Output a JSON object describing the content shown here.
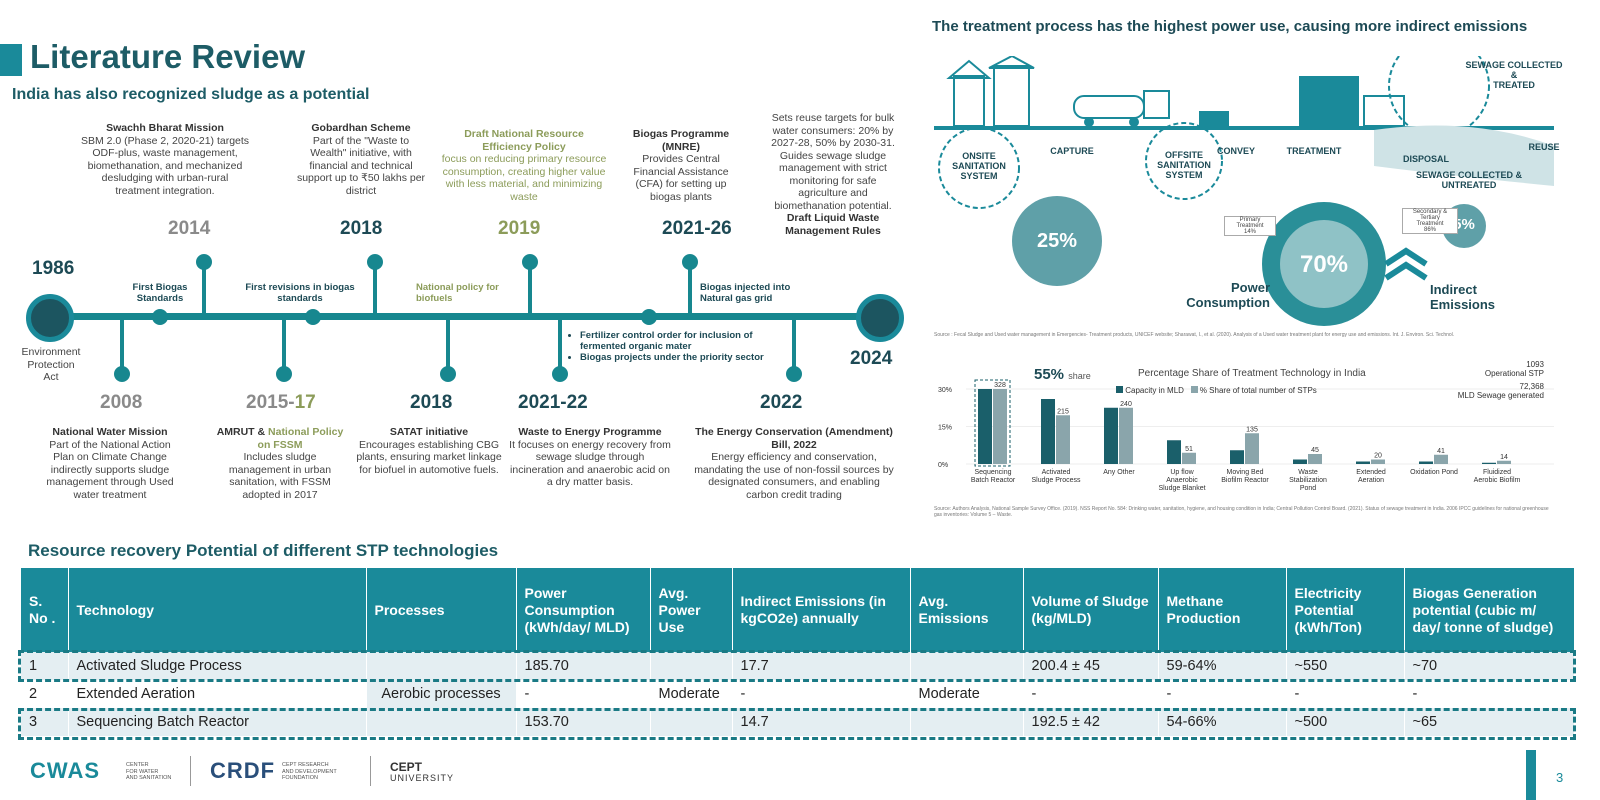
{
  "header": {
    "title": "Literature Review",
    "subtitle": "India has also recognized sludge as a potential"
  },
  "timeline": {
    "start_year": "1986",
    "start_label": "Environment\nProtection\nAct",
    "end_year": "2024",
    "items": [
      {
        "year": "2014",
        "small": "First Biogas Standards",
        "title": "Swachh Bharat Mission",
        "desc": "SBM 2.0 (Phase 2, 2020-21) targets ODF-plus, waste management, biomethanation, and mechanized desludging with urban-rural treatment integration."
      },
      {
        "year": "2018",
        "small": "First revisions in biogas standards",
        "title": "Gobardhan Scheme",
        "desc": "Part of the \"Waste to Wealth\" initiative, with financial and technical support up to ₹50 lakhs per district"
      },
      {
        "year": "2019",
        "small": "National policy for biofuels",
        "title": "Draft National Resource Efficiency Policy",
        "desc": "focus on reducing primary resource consumption, creating higher value with less material, and minimizing waste"
      },
      {
        "year": "2021-26",
        "small": "Biogas injected into Natural gas grid",
        "title": "Biogas Programme (MNRE)",
        "desc": "Provides Central Financial Assistance (CFA) for setting up biogas plants"
      },
      {
        "year": "2008",
        "title": "National Water Mission",
        "desc": "Part of the National Action Plan on Climate Change indirectly supports sludge management through Used water treatment"
      },
      {
        "year_a": "2015-",
        "year_b": "17",
        "title_a": "AMRUT & ",
        "title_b": "National Policy on FSSM",
        "desc": "Includes sludge management in urban sanitation, with FSSM adopted in 2017"
      },
      {
        "year": "2018",
        "title": "SATAT initiative",
        "desc": "Encourages establishing CBG plants, ensuring market linkage for biofuel in automotive fuels."
      },
      {
        "year": "2021-22",
        "title": "Waste to Energy Programme",
        "desc": "It focuses on energy recovery from sewage sludge through incineration and anaerobic acid on a dry matter basis."
      },
      {
        "year": "2022",
        "title": "The Energy Conservation (Amendment) Bill, 2022",
        "desc": "Energy efficiency and conservation, mandating the use of non-fossil sources by designated consumers, and enabling carbon credit trading"
      }
    ],
    "bullets": [
      "Fertilizer control order for inclusion of fermented organic mater",
      "Biogas projects under the priority sector"
    ],
    "reuse_desc": "Sets reuse targets for bulk water consumers: 20% by 2027-28, 50% by 2030-31. Guides sewage sludge management with strict monitoring for safe agriculture and biomethanation potential.",
    "reuse_title": "Draft Liquid Waste Management Rules"
  },
  "diagram": {
    "title": "The treatment process has the highest power use, causing more indirect emissions",
    "labels": {
      "onsite": "ONSITE\nSANITATION\nSYSTEM",
      "capture": "CAPTURE",
      "offsite": "OFFSITE\nSANITATION\nSYSTEM",
      "convey": "CONVEY",
      "treatment": "TREATMENT",
      "disposal": "DISPOSAL",
      "reuse": "REUSE",
      "collected_treated": "SEWAGE COLLECTED &\nTREATED",
      "collected_untreated": "SEWAGE COLLECTED &\nUNTREATED"
    },
    "pct_25": "25%",
    "pct_70": "70%",
    "pct_5": "5%",
    "primary": "Primary\nTreatment\n14%",
    "secondary": "Secondary &\nTertiary\nTreatment\n86%",
    "power": "Power\nConsumption",
    "indirect": "Indirect\nEmissions",
    "source": "Source : Fecal Sludge and Used water management in Emergencies- Treatment products, UNICEF website; Sharawat, I., et al. (2020). Analysis of a Used water treatment plant for energy use and emissions. Int. J. Environ. Sci. Technol."
  },
  "chart_data": {
    "type": "bar",
    "title": "Percentage Share of Treatment Technology in India",
    "annotation": "55%",
    "annotation_suffix": "share",
    "right_note_1": "1093\nOperational STP",
    "right_note_2": "72,368\nMLD Sewage generated",
    "categories": [
      "Sequencing\nBatch Reactor",
      "Activated\nSludge Process",
      "Any Other",
      "Up flow\nAnaerobic\nSludge Blanket",
      "Moving Bed\nBiofilm Reactor",
      "Waste\nStabilization\nPond",
      "Extended\nAeration",
      "Oxidation Pond",
      "Fluidized\nAerobic Biofilm"
    ],
    "series": [
      {
        "name": "Capacity in MLD",
        "color": "#1a5f6a",
        "values": [
          30,
          26,
          22.5,
          9.5,
          5.5,
          1.8,
          1,
          1,
          0.5
        ]
      },
      {
        "name": "% Share of total number of STPs",
        "color": "#8aa5ab",
        "values": [
          30,
          19.5,
          22.5,
          4.5,
          12.3,
          4,
          1.8,
          3.7,
          1.3
        ]
      }
    ],
    "data_labels": [
      "328",
      "215",
      "240",
      "51",
      "135",
      "45",
      "20",
      "41",
      "14"
    ],
    "yticks": [
      "30%",
      "15%",
      "0%"
    ],
    "ylim": [
      0,
      32
    ],
    "source": "Source: Authors Analysis, National Sample Survey Office. (2019). NSS Report No. 584: Drinking water, sanitation, hygiene, and housing condition in India; Central Pollution Control Board. (2021). Status of sewage treatment in India. 2006 IPCC guidelines for national greenhouse gas inventories: Volume 5 – Waste."
  },
  "table": {
    "section_title": "Resource recovery Potential of different STP technologies",
    "headers": [
      "S. No .",
      "Technology",
      "Processes",
      "Power Consumption (kWh/day/ MLD)",
      "Avg. Power Use",
      "Indirect Emissions (in kgCO2e) annually",
      "Avg. Emissions",
      "Volume of Sludge (kg/MLD)",
      "Methane Production",
      "Electricity Potential (kWh/Ton)",
      "Biogas Generation potential (cubic m/ day/ tonne of sludge)"
    ],
    "process_merged": "Aerobic processes",
    "rows": [
      [
        "1",
        "Activated Sludge Process",
        "185.70",
        "",
        "17.7",
        "",
        "200.4 ± 45",
        "59-64%",
        "~550",
        "~70"
      ],
      [
        "2",
        "Extended Aeration",
        "-",
        "Moderate",
        "-",
        "Moderate",
        "-",
        "-",
        "-",
        "-"
      ],
      [
        "3",
        "Sequencing Batch Reactor",
        "153.70",
        "",
        "14.7",
        "",
        "192.5 ± 42",
        "54-66%",
        "~500",
        "~65"
      ]
    ]
  },
  "footer": {
    "logo1": "CWAS",
    "logo1_sub": "CENTER\nFOR WATER\nAND SANITATION",
    "logo2": "CRDF",
    "logo2_sub": "CEPT RESEARCH\nAND DEVELOPMENT\nFOUNDATION",
    "logo3a": "CEPT",
    "logo3b": "UNIVERSITY",
    "page": "3"
  }
}
